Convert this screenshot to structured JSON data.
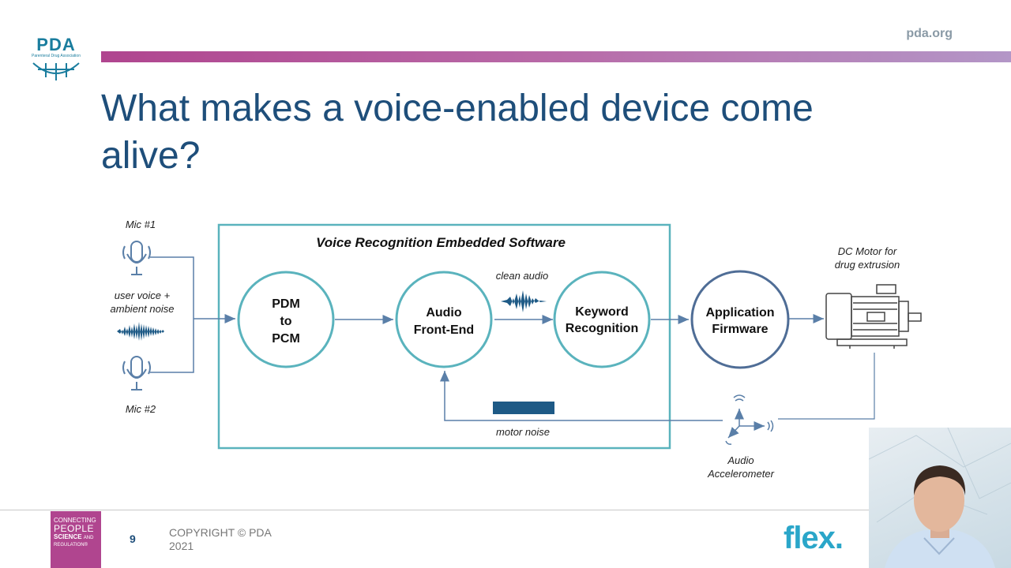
{
  "header": {
    "logo_text": "PDA",
    "logo_subtitle": "Parenteral Drug Association",
    "site": "pda.org"
  },
  "title": {
    "line1": "What makes a voice-enabled device come",
    "line2": "alive?"
  },
  "diagram": {
    "box_title": "Voice Recognition Embedded Software",
    "mic1_label": "Mic #1",
    "mic2_label": "Mic #2",
    "input_label_line1": "user voice +",
    "input_label_line2": "ambient noise",
    "node_pdm_line1": "PDM",
    "node_pdm_line2": "to",
    "node_pdm_line3": "PCM",
    "node_audio_line1": "Audio",
    "node_audio_line2": "Front-End",
    "node_keyword_line1": "Keyword",
    "node_keyword_line2": "Recognition",
    "node_app_line1": "Application",
    "node_app_line2": "Firmware",
    "clean_audio_label": "clean audio",
    "motor_noise_label": "motor noise",
    "motor_label_line1": "DC Motor for",
    "motor_label_line2": "drug extrusion",
    "accel_label_line1": "Audio",
    "accel_label_line2": "Accelerometer",
    "colors": {
      "circle": "#5ab3bd",
      "circle_app": "#4f6d96",
      "arrow": "#5a7fa8",
      "waveform": "#1e5a86"
    }
  },
  "footer": {
    "badge_line1": "CONNECTING",
    "badge_line2": "PEOPLE",
    "badge_line3": "SCIENCE",
    "badge_line3b": "AND",
    "badge_line4": "REGULATION®",
    "page_number": "9",
    "copyright_line1": "COPYRIGHT © PDA",
    "copyright_line2": "2021",
    "brand": "flex."
  }
}
